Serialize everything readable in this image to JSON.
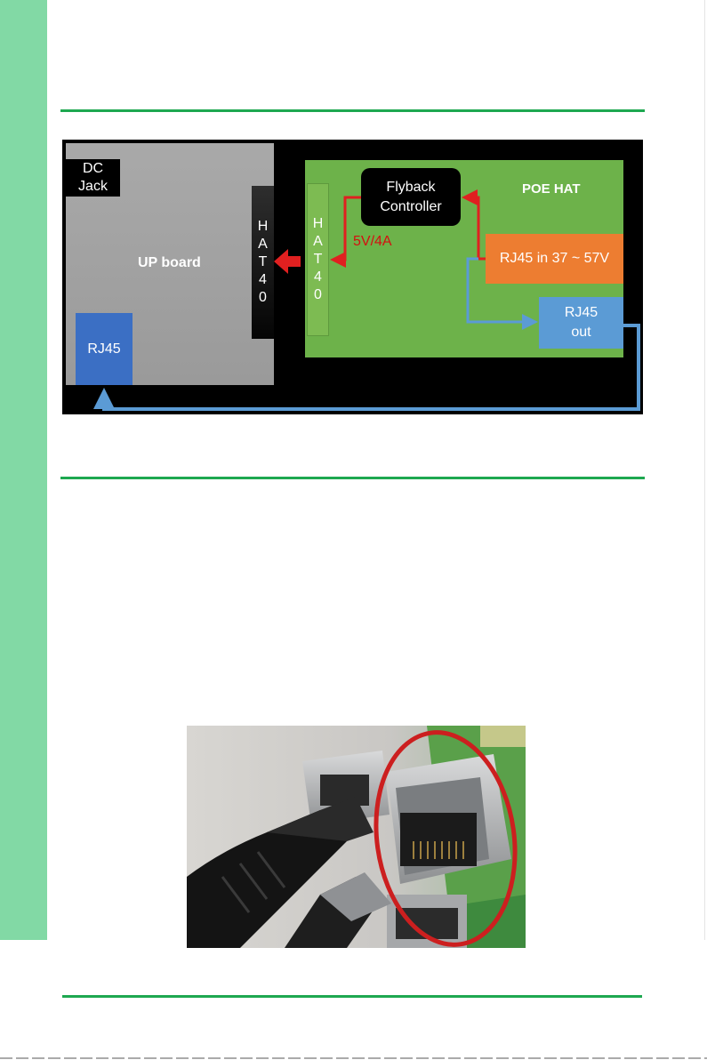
{
  "diagram": {
    "up_board": {
      "label": "UP board",
      "dc_jack": "DC\nJack",
      "rj45": "RJ45",
      "header": "H\nA\nT\n4\n0"
    },
    "poe_hat": {
      "label": "POE HAT",
      "header": "H\nA\nT\n4\n0",
      "flyback": "Flyback\nController",
      "voltage": "5V/4A",
      "rj45_in": "RJ45 in 37 ~ 57V",
      "rj45_out": "RJ45\nout"
    },
    "colors": {
      "power_path": "#e02020",
      "ethernet_path": "#5b9bd5",
      "poe_board": "#6db24a",
      "up_board": "#a5a5a5",
      "rj45_in": "#ed7d31",
      "rj45_out": "#5b9bd5",
      "rj45_up": "#3b6fc4"
    }
  },
  "photo": {
    "subject": "RJ45 Ethernet connectors with red circle highlighting the RJ45 port"
  },
  "page": {
    "accent_color": "#1ea850",
    "sidebar_color": "#82d9a5"
  }
}
